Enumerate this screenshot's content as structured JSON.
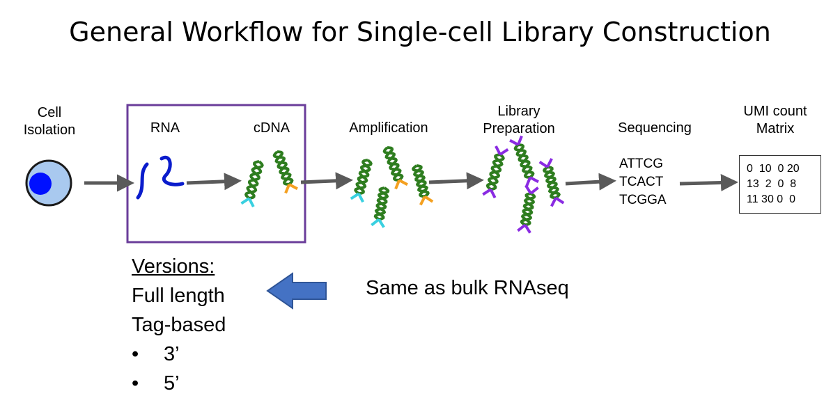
{
  "title": "General Workflow for Single-cell Library Construction",
  "steps": {
    "cell_isolation": [
      "Cell",
      "Isolation"
    ],
    "rna": "RNA",
    "cdna": "cDNA",
    "amplification": "Amplification",
    "library_preparation": [
      "Library",
      "Preparation"
    ],
    "sequencing": "Sequencing",
    "umi_matrix": [
      "UMI count",
      "Matrix"
    ]
  },
  "sequences": [
    "ATTCG",
    "TCACT",
    "TCGGA"
  ],
  "matrix_rows": [
    "0  10  0 20",
    "13  2  0  8",
    "11 30 0  0"
  ],
  "versions": {
    "heading": "Versions:",
    "items": [
      "Full length",
      "Tag-based"
    ],
    "bullets": [
      "3’",
      "5’"
    ]
  },
  "note": "Same as bulk RNAseq",
  "colors": {
    "helix": "#2e7d1f",
    "cyan_tag": "#39d0e0",
    "orange_tag": "#f4a020",
    "purple_tag": "#8a2be2",
    "rna": "#0a1ccc",
    "cell_outer": "#a9c9ef",
    "cell_nucleus": "#0010ff",
    "frame": "#6a3d9a",
    "flow_arrow": "#5a5a5a",
    "back_arrow": "#4472c4"
  }
}
